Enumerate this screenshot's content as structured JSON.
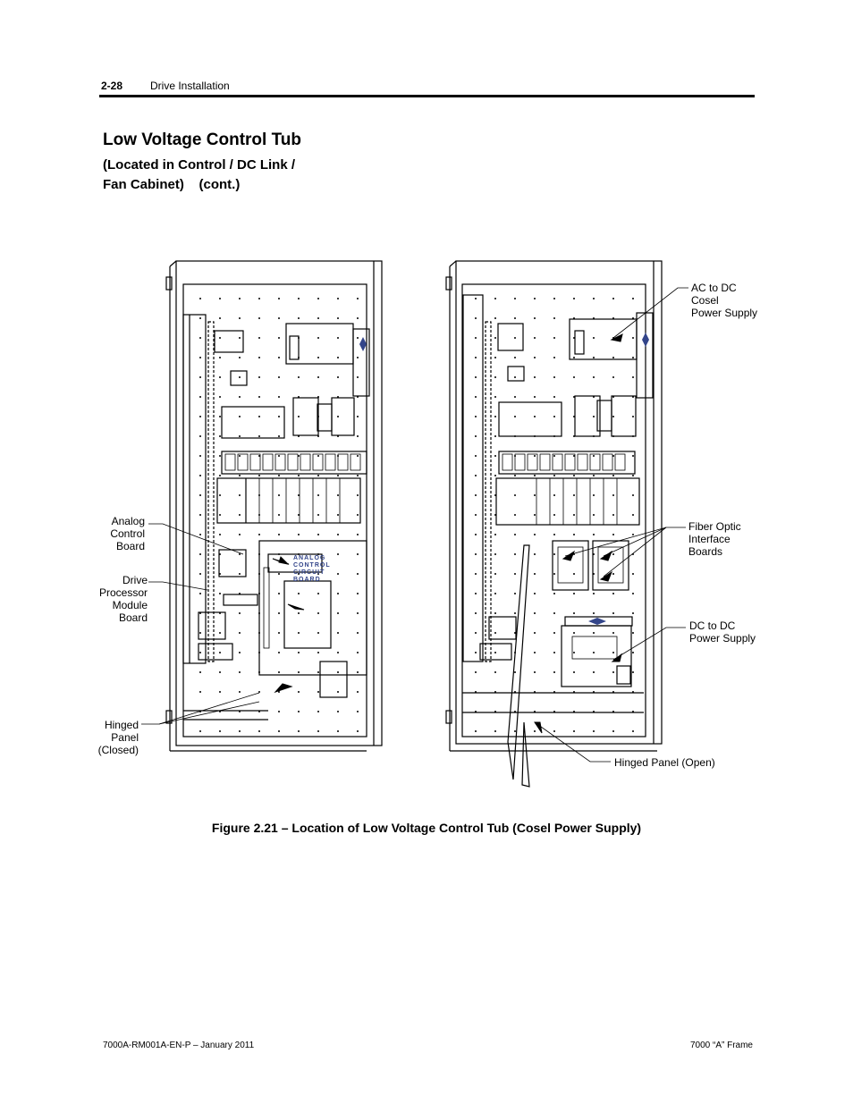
{
  "header": {
    "page_number": "2-28",
    "section": "Drive Installation"
  },
  "title": "Low Voltage Control Tub",
  "subtitle": "(Located in Control / DC Link /\nFan Cabinet)    (cont.)",
  "figure": {
    "left_cabinet_labels": {
      "analog_control_board": "Analog\nControl\nBoard",
      "drive_processor_module_board": "Drive\nProcessor\nModule\nBoard",
      "hinged_panel_closed": "Hinged\nPanel\n(Closed)"
    },
    "board_text": "ANALOG\nCONTROL\nCIRCUIT\nBOARD",
    "right_cabinet_labels": {
      "ac_to_dc_cosel_power_supply": "AC to DC\nCosel\nPower Supply",
      "fiber_optic_interface_boards": "Fiber Optic\nInterface\nBoards",
      "dc_to_dc_power_supply": "DC to DC\nPower Supply",
      "hinged_panel_open": "Hinged Panel (Open)"
    },
    "caption": "Figure 2.21 – Location of Low Voltage Control Tub (Cosel Power Supply)"
  },
  "footer": {
    "left": "7000A-RM001A-EN-P –  January 2011",
    "right": "7000 “A” Frame"
  }
}
